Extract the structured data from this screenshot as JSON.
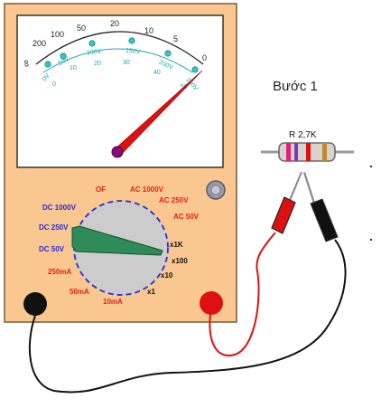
{
  "step_label": "Bước 1",
  "resistor": {
    "label": "R 2,7K"
  },
  "scale": {
    "ohm_ticks": [
      "∞",
      "200",
      "100",
      "50",
      "20",
      "10",
      "5",
      "0"
    ],
    "volt_ticks": [
      "0V",
      "50V",
      "100V",
      "150V",
      "200V",
      "250V"
    ],
    "amp_ticks": [
      "0",
      "10",
      "20",
      "30",
      "40",
      "50"
    ]
  },
  "dial": {
    "labels": {
      "off": "OF",
      "ac1000": "AC 1000V",
      "ac250": "AC 250V",
      "ac50": "AC 50V",
      "dc1000": "DC 1000V",
      "dc250": "DC 250V",
      "dc50": "DC 50V",
      "ma250": "250mA",
      "ma50": "50mA",
      "ma10": "10mA",
      "x1": "x1",
      "x10": "x10",
      "x100": "x100",
      "x1k": "x1K"
    }
  },
  "colors": {
    "body": "#f9c78f",
    "dial_ring": "#2b2bd6",
    "range_blue": "#2b2bd6",
    "range_red": "#e02020",
    "knob": "#cccccc",
    "pointer": "#2e8b57",
    "needle": "#dd1111",
    "scale_cyan": "#1ba9b4",
    "probe_red": "#dd1111",
    "probe_black": "#111111"
  }
}
